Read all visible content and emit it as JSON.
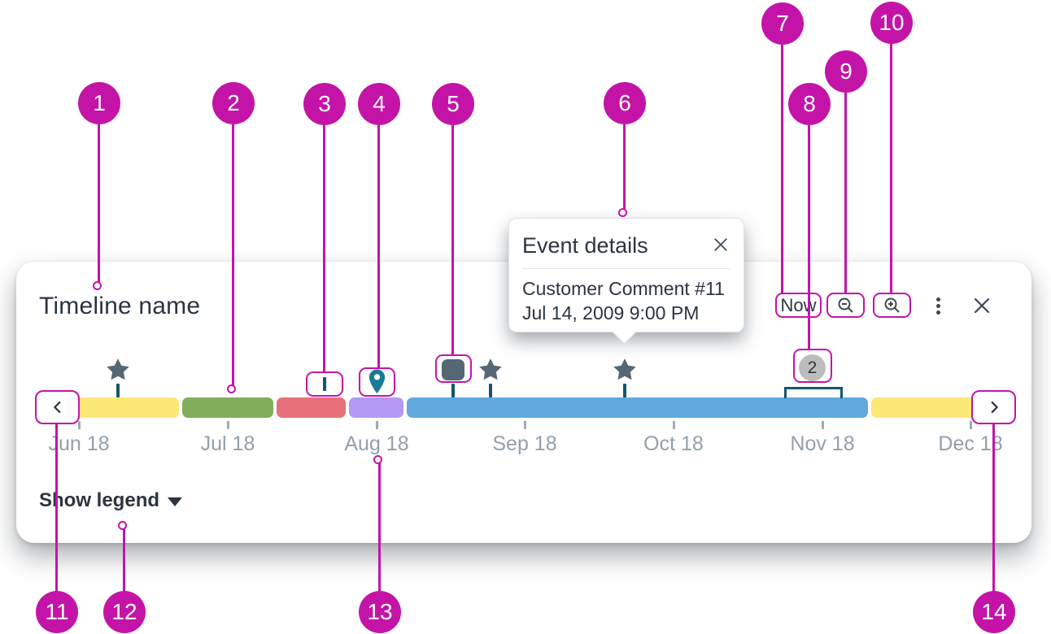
{
  "panel": {
    "title": "Timeline name",
    "toolbar": {
      "now_label": "Now",
      "zoom_out_icon": "magnifier-minus",
      "zoom_in_icon": "magnifier-plus",
      "overflow_icon": "kebab-menu",
      "close_icon": "close-x"
    },
    "legend_toggle_label": "Show legend"
  },
  "timeline": {
    "months": [
      "Jun 18",
      "Jul 18",
      "Aug 18",
      "Sep 18",
      "Oct 18",
      "Nov 18",
      "Dec 18"
    ],
    "segments": [
      {
        "order": 1,
        "color": "#FBE875",
        "name": "yellow-segment"
      },
      {
        "order": 2,
        "color": "#83AE5C",
        "name": "green-segment"
      },
      {
        "order": 3,
        "color": "#E7707B",
        "name": "red-segment"
      },
      {
        "order": 4,
        "color": "#B29AF4",
        "name": "purple-segment"
      },
      {
        "order": 5,
        "color": "#61A9DC",
        "name": "blue-segment"
      },
      {
        "order": 6,
        "color": "#FBE875",
        "name": "yellow-segment"
      }
    ],
    "marker_icons": [
      "star",
      "tick",
      "location-pin",
      "square",
      "star",
      "star",
      "cluster-badge"
    ],
    "marker_color": "#566774",
    "event_tick_color": "#15566F",
    "cluster_count": "2"
  },
  "popover": {
    "title": "Event details",
    "event_name": "Customer Comment #11",
    "event_time": "Jul 14, 2009 9:00 PM"
  },
  "annotation": {
    "accent_color": "#C414A8",
    "callouts": [
      "1",
      "2",
      "3",
      "4",
      "5",
      "6",
      "7",
      "8",
      "9",
      "10",
      "11",
      "12",
      "13",
      "14"
    ]
  }
}
